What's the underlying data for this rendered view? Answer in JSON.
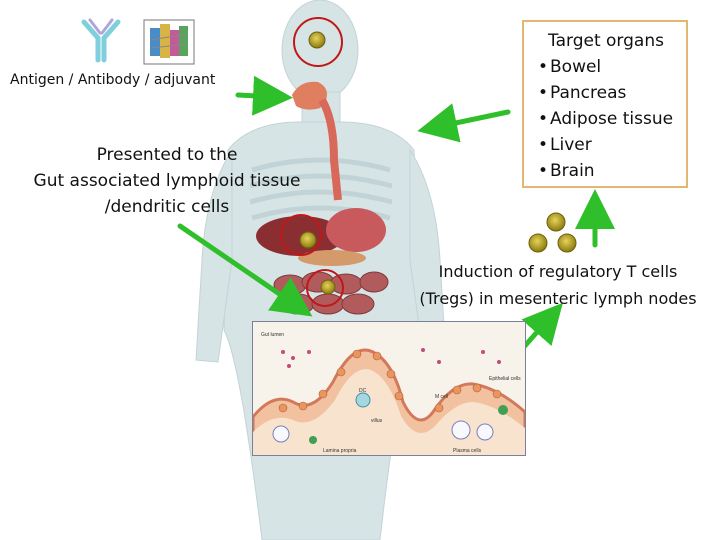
{
  "labels": {
    "antigen": "Antigen / Antibody / adjuvant",
    "presented": [
      "Presented to the",
      "Gut associated lymphoid tissue",
      "/dendritic cells"
    ],
    "treg": [
      "Induction of regulatory T cells",
      "(Tregs) in mesenteric lymph nodes"
    ]
  },
  "target_organs": {
    "title": "Target organs",
    "bullet": "•",
    "items": [
      "Bowel",
      "Pancreas",
      "Adipose tissue",
      "Liver",
      "Brain"
    ]
  },
  "inset": {
    "labels": [
      "Gut lumen",
      "Lamina propria",
      "Plasma cells",
      "villus",
      "DC",
      "M cell",
      "Epithelial cells"
    ]
  },
  "colors": {
    "arrow": "#2fbf2a",
    "circle": "#c01818",
    "body_skin": "#d7e4e6",
    "target_border": "#e2b772"
  }
}
